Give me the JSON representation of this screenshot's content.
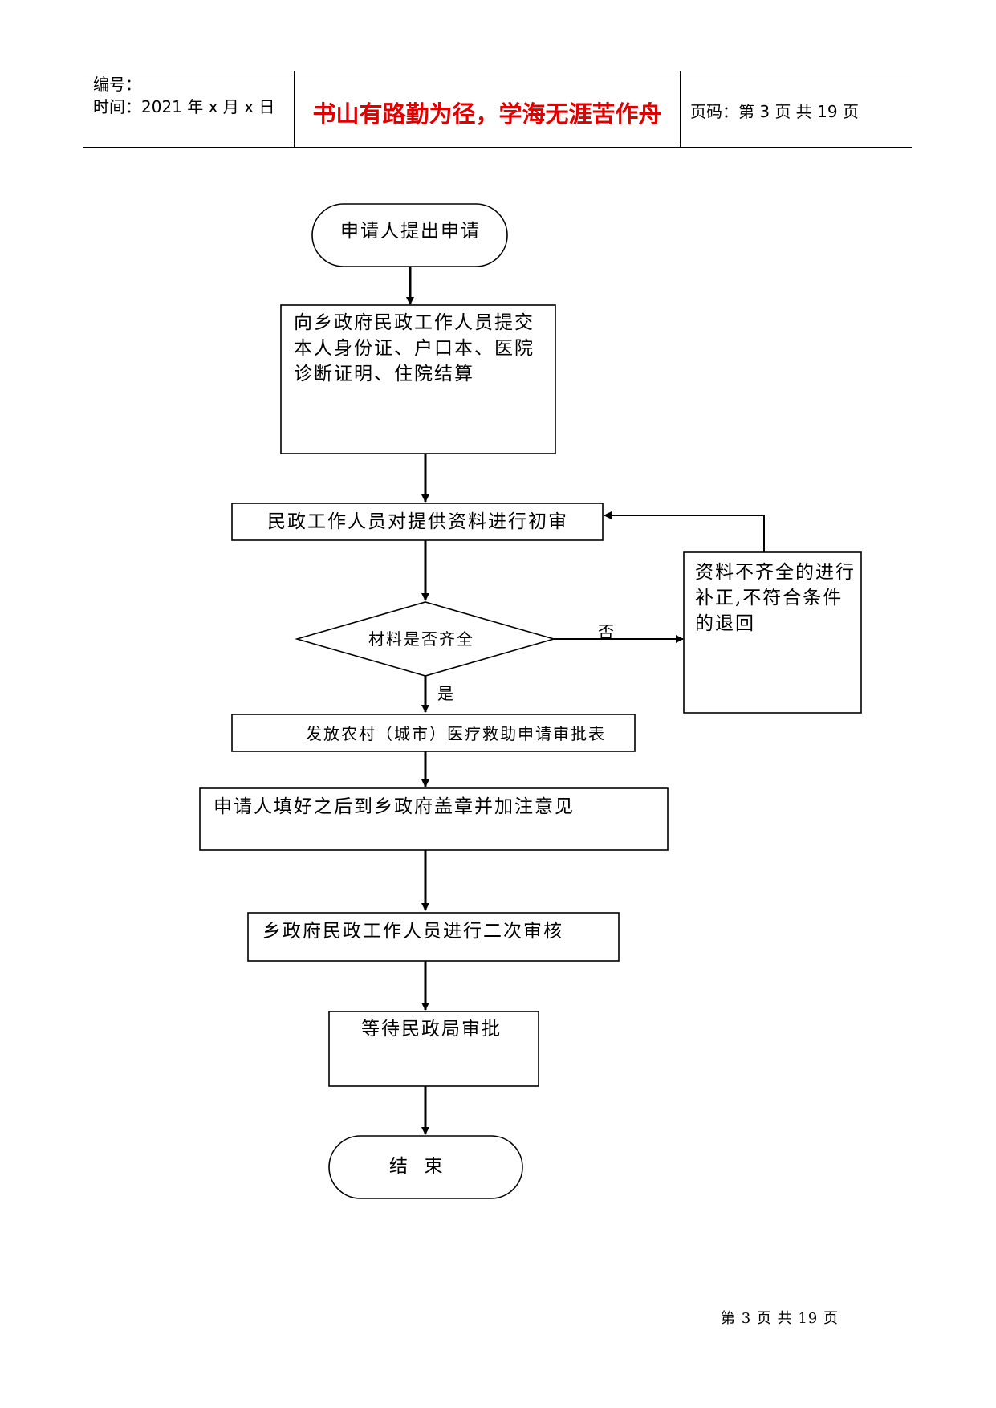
{
  "header": {
    "number_label": "编号：",
    "time_label": "时间：2021 年 x 月 x 日",
    "motto": "书山有路勤为径，学海无涯苦作舟",
    "page_info": "页码：第 3 页  共 19 页"
  },
  "flow": {
    "start": "申请人提出申请",
    "submit": "向乡政府民政工作人员提交本人身份证、户口本、医院诊断证明、住院结算",
    "initial_review": "民政工作人员对提供资料进行初审",
    "decision": "材料是否齐全",
    "no_label": "否",
    "yes_label": "是",
    "supplement": "资料不齐全的进行补正,不符合条件的退回",
    "issue_form": "发放农村（城市）医疗救助申请审批表",
    "fill_stamp": "申请人填好之后到乡政府盖章并加注意见",
    "second_review": "乡政府民政工作人员进行二次审核",
    "await_approval": "等待民政局审批",
    "end": "结  束"
  },
  "footer": {
    "page_text": "第 3 页  共 19 页"
  }
}
